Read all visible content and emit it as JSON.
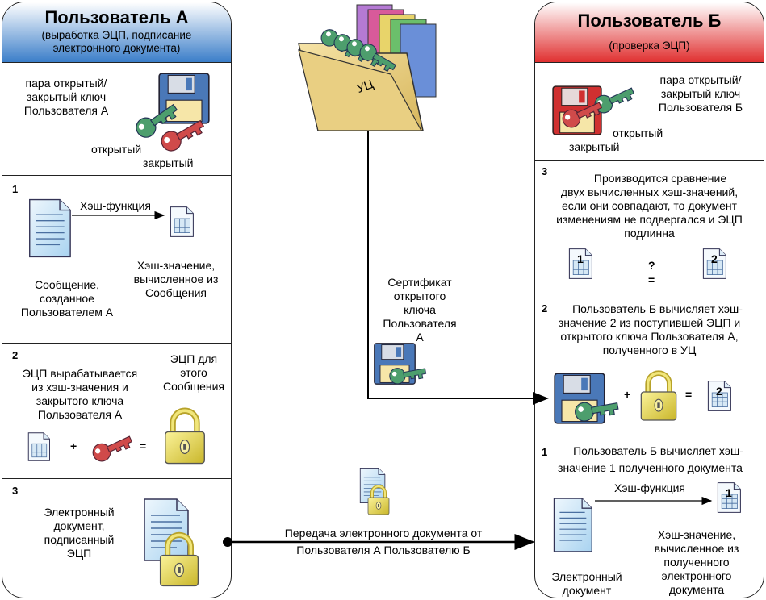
{
  "user_a": {
    "title": "Пользователь А",
    "subtitle_line1": "(выработка ЭЦП, подписание",
    "subtitle_line2": "электронного документа)",
    "keypair": {
      "line1": "пара открытый/",
      "line2": "закрытый ключ",
      "line3": "Пользователя А",
      "open_label": "открытый",
      "closed_label": "закрытый"
    },
    "step1": {
      "num": "1",
      "arrow_label": "Хэш-функция",
      "msg_line1": "Сообщение,",
      "msg_line2": "созданное",
      "msg_line3": "Пользователем А",
      "hash_line1": "Хэш-значение,",
      "hash_line2": "вычисленное из",
      "hash_line3": "Сообщения"
    },
    "step2": {
      "num": "2",
      "text_line1": "ЭЦП вырабатывается",
      "text_line2": "из хэш-значения и",
      "text_line3": "закрытого ключа",
      "text_line4": "Пользователя А",
      "sig_line1": "ЭЦП для",
      "sig_line2": "этого",
      "sig_line3": "Сообщения",
      "plus": "+",
      "equals": "="
    },
    "step3": {
      "num": "3",
      "line1": "Электронный",
      "line2": "документ,",
      "line3": "подписанный",
      "line4": "ЭЦП"
    }
  },
  "ca": {
    "label": "УЦ",
    "cert_line1": "Сертификат",
    "cert_line2": "открытого",
    "cert_line3": "ключа",
    "cert_line4": "Пользователя",
    "cert_line5": "А"
  },
  "transfer": {
    "line1": "Передача электронного документа от",
    "line2": "Пользователя А Пользователю Б"
  },
  "user_b": {
    "title": "Пользователь Б",
    "subtitle": "(проверка ЭЦП)",
    "keypair": {
      "line1": "пара открытый/",
      "line2": "закрытый ключ",
      "line3": "Пользователя Б",
      "open_label": "открытый",
      "closed_label": "закрытый"
    },
    "step3": {
      "num": "3",
      "line1": "Производится сравнение",
      "line2": "двух вычисленных хэш-значений,",
      "line3": "если они совпадают, то документ",
      "line4": "изменениям  не подвергался и ЭЦП",
      "line5": "подлинна",
      "question": "?",
      "equals": "=",
      "doc1": "1",
      "doc2": "2"
    },
    "step2": {
      "num": "2",
      "line1": "Пользователь Б вычисляет хэш-",
      "line2": "значение 2 из поступившей ЭЦП и",
      "line3": "открытого ключа Пользователя А,",
      "line4": "полученного в УЦ",
      "plus": "+",
      "equals": "=",
      "doc2": "2"
    },
    "step1": {
      "num": "1",
      "line1": "Пользователь Б вычисляет хэш-",
      "line2": "значение 1 полученного документа",
      "arrow_label": "Хэш-функция",
      "doc_line1": "Электронный",
      "doc_line2": "документ",
      "hash_line1": "Хэш-значение,",
      "hash_line2": "вычисленное из",
      "hash_line3": "полученного",
      "hash_line4": "электронного",
      "hash_line5": "документа",
      "doc1": "1"
    }
  },
  "colors": {
    "header_a": "#3b7ec9",
    "header_b": "#e03030",
    "key_green": "#4d9e6d",
    "key_red": "#d04a4a",
    "doc_blue": "#cfe6f7",
    "lock_yellow": "#e8d84a",
    "disk_blue": "#4a78b8",
    "disk_red": "#d03030"
  }
}
